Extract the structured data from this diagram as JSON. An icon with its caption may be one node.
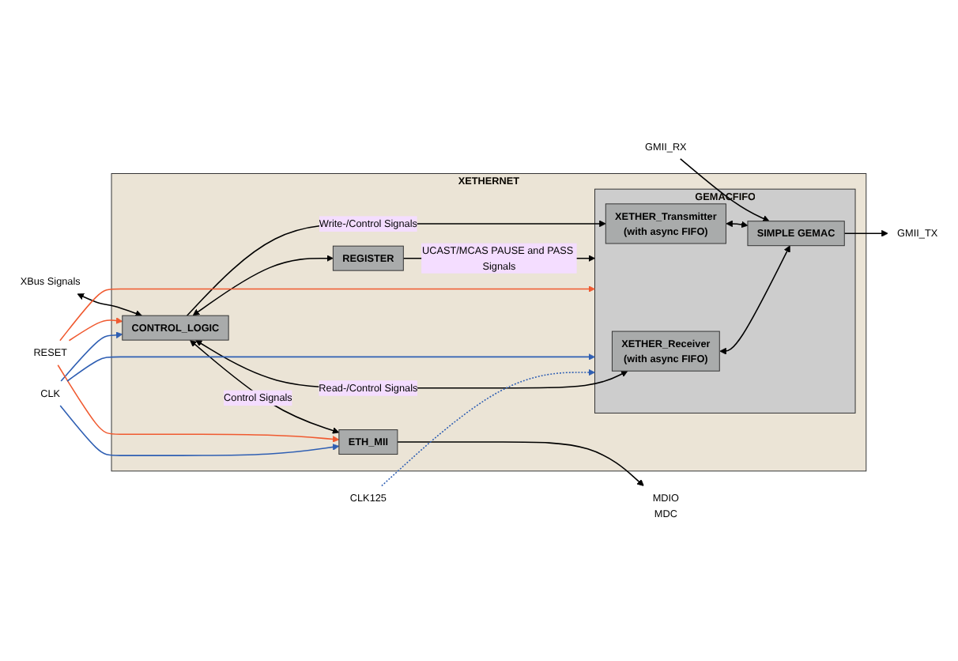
{
  "diagram": {
    "nodes": [
      {
        "text": [
          "XETHERNET"
        ]
      },
      {
        "text": [
          "GEMACFIFO"
        ],
        "in": 0
      },
      {
        "text": [
          "XETHER_Receiver",
          "(with async FIFO)"
        ],
        "in": 1
      },
      {
        "text": [
          "XETHER_Transmitter",
          "(with async FIFO)"
        ],
        "in": 1
      },
      {
        "text": [
          "SIMPLE GEMAC"
        ],
        "in": 1
      },
      {
        "text": [
          "CONTROL_LOGIC"
        ],
        "in": 0
      },
      {
        "text": [
          "REGISTER"
        ],
        "in": 0
      },
      {
        "text": [
          "ETH_MII"
        ],
        "in": 0
      },
      {
        "text": [
          "CLK125"
        ]
      },
      {
        "text": [
          "CLK"
        ]
      },
      {
        "text": [
          "RESET"
        ]
      },
      {
        "text": [
          "XBus Signals"
        ]
      },
      {
        "text": [
          "GMII_RX"
        ]
      },
      {
        "text": [
          "GMII_TX"
        ]
      },
      {
        "text": [
          "MDIO",
          "MDC"
        ]
      }
    ],
    "edges": [
      {
        "from": 8,
        "to": 1,
        "arrow": "to",
        "style": "dashed",
        "color": "#2f5fb3"
      },
      {
        "from": 9,
        "to": 1,
        "arrow": "to",
        "color": "#2f5fb3"
      },
      {
        "from": 9,
        "to": 5,
        "arrow": "to",
        "color": "#2f5fb3"
      },
      {
        "from": 9,
        "to": 7,
        "arrow": "to",
        "color": "#2f5fb3"
      },
      {
        "from": 10,
        "to": 1,
        "arrow": "to",
        "color": "#f05a30"
      },
      {
        "from": 10,
        "to": 5,
        "arrow": "to",
        "color": "#f05a30"
      },
      {
        "from": 10,
        "to": 7,
        "arrow": "to",
        "color": "#f05a30"
      },
      {
        "from": 11,
        "to": 5,
        "arrow": "both"
      },
      {
        "from": 5,
        "to": 2,
        "arrow": "both",
        "label": "Read-/Control Signals"
      },
      {
        "from": 5,
        "to": 3,
        "arrow": "to",
        "label": "Write-/Control Signals"
      },
      {
        "from": 2,
        "to": 4,
        "arrow": "both"
      },
      {
        "from": 3,
        "to": 4,
        "arrow": "both"
      },
      {
        "from": 12,
        "to": 4,
        "arrow": "to"
      },
      {
        "from": 4,
        "to": 13,
        "arrow": "to"
      },
      {
        "from": 5,
        "to": 6,
        "arrow": "both"
      },
      {
        "from": 6,
        "to": 1,
        "arrow": "to",
        "label": "UCAST/MCAS PAUSE and PASS Signals"
      },
      {
        "from": 5,
        "to": 7,
        "arrow": "both",
        "label": "Control Signals"
      },
      {
        "from": 7,
        "to": 14,
        "arrow": "to"
      }
    ]
  }
}
